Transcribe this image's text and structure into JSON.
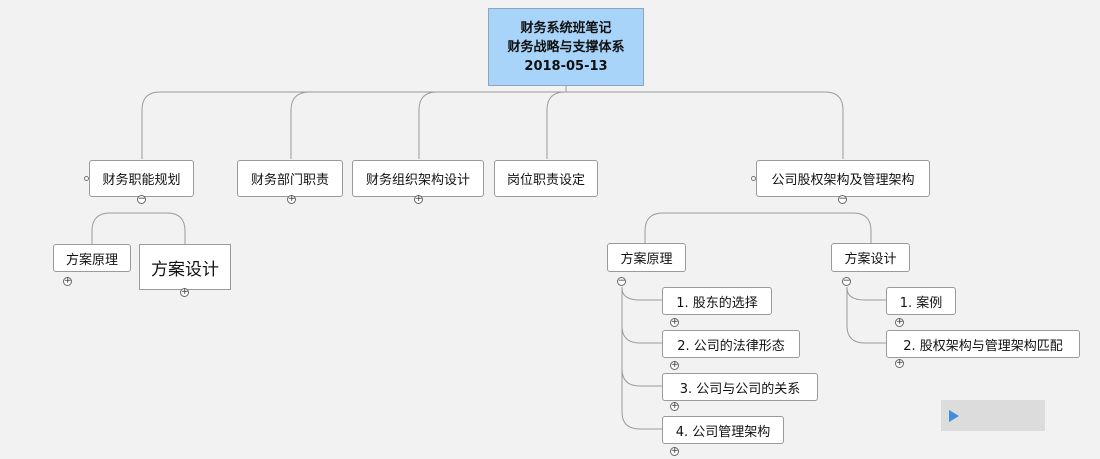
{
  "root": {
    "line1": "财务系统班笔记",
    "line2": "财务战略与支撑体系",
    "line3": "2018-05-13"
  },
  "branches": {
    "b1": "财务职能规划",
    "b2": "财务部门职责",
    "b3": "财务组织架构设计",
    "b4": "岗位职责设定",
    "b5": "公司股权架构及管理架构"
  },
  "b1_children": {
    "c1": "方案原理",
    "c2": "方案设计"
  },
  "b5_children": {
    "c1": "方案原理",
    "c2": "方案设计"
  },
  "b5_principle_items": {
    "i1": "1. 股东的选择",
    "i2": "2. 公司的法律形态",
    "i3": "3. 公司与公司的关系",
    "i4": "4. 公司管理架构"
  },
  "b5_design_items": {
    "i1": "1. 案例",
    "i2": "2. 股权架构与管理架构匹配"
  },
  "toggle": {
    "expand": "+",
    "collapse": "−"
  },
  "colors": {
    "root_fill": "#a8d4fa",
    "connector": "#999999",
    "play": "#3b8fdc"
  }
}
